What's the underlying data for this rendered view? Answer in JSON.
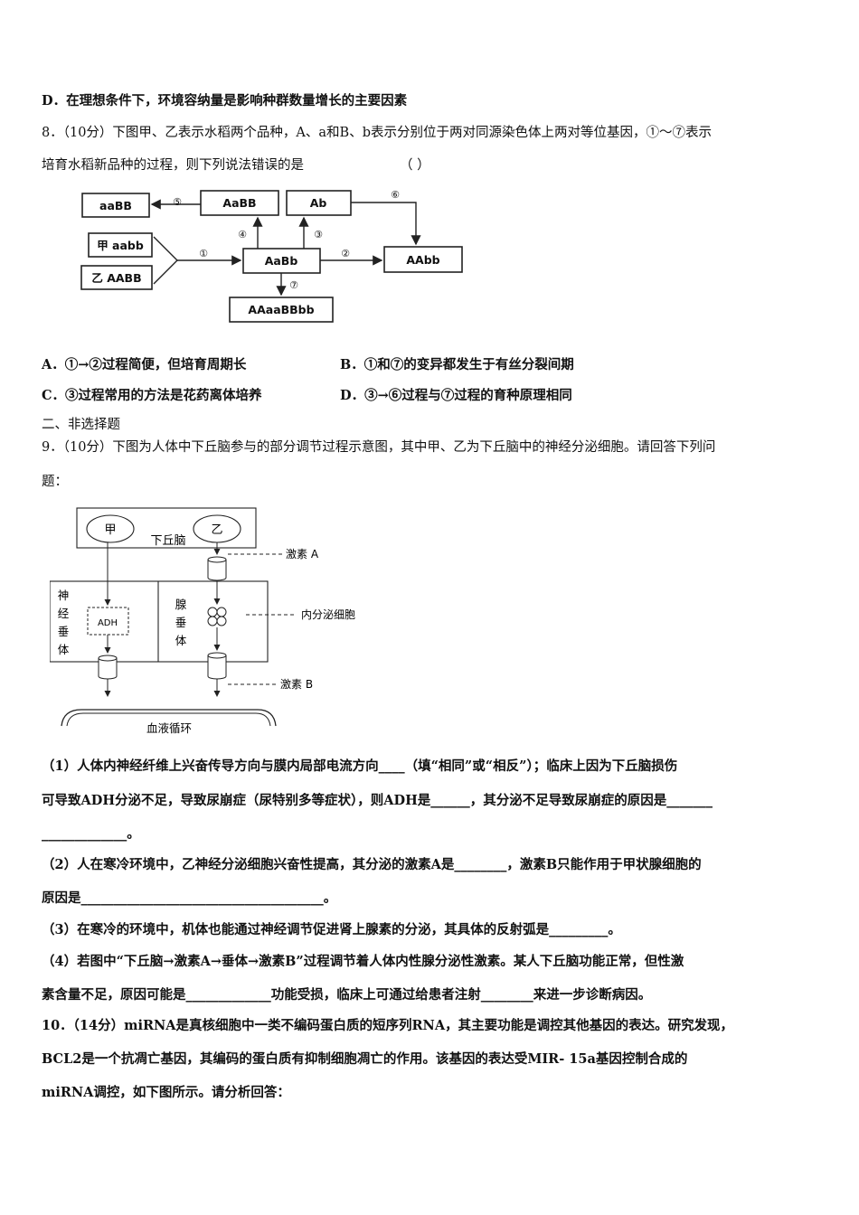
{
  "q7": {
    "optionD": "D．在理想条件下，环境容纳量是影响种群数量增长的主要因素"
  },
  "q8": {
    "stem1": "8．（10分）下图甲、乙表示水稻两个品种，A、a和B、b表示分别位于两对同源染色体上两对等位基因，①～⑦表示",
    "stem2": "培育水稻新品种的过程，则下列说法错误的是",
    "paren": "（ ）",
    "diagram": {
      "boxes": {
        "aaBB": "aaBB",
        "AaBB": "AaBB",
        "Ab": "Ab",
        "jia": "甲 aabb",
        "yi": "乙 AABB",
        "AaBb": "AaBb",
        "AAbb": "AAbb",
        "AAaaBBbb": "AAaaBBbb"
      },
      "steps": {
        "s1": "①",
        "s2": "②",
        "s3": "③",
        "s4": "④",
        "s5": "⑤",
        "s6": "⑥",
        "s7": "⑦"
      }
    },
    "options": {
      "A": "A．①→②过程简便，但培育周期长",
      "B": "B．①和⑦的变异都发生于有丝分裂间期",
      "C": "C．③过程常用的方法是花药离体培养",
      "D": "D．③→⑥过程与⑦过程的育种原理相同"
    }
  },
  "section2": "二、非选择题",
  "q9": {
    "stem1": "9．（10分）下图为人体中下丘脑参与的部分调节过程示意图，其中甲、乙为下丘脑中的神经分泌细胞。请回答下列问",
    "stem2": "题：",
    "diagram": {
      "jia": "甲",
      "yi": "乙",
      "hypothalamus": "下丘脑",
      "hormoneA": "激素 A",
      "hormoneB": "激素 B",
      "neuro1": "神",
      "neuro2": "经",
      "neuro3": "垂",
      "neuro4": "体",
      "gland1": "腺",
      "gland2": "垂",
      "gland3": "体",
      "adh": "ADH",
      "endocrine": "内分泌细胞",
      "blood": "血液循环"
    },
    "p1a": "（1）人体内神经纤维上兴奋传导方向与膜内局部电流方向____（填“相同”或“相反”）；临床上因为下丘脑损伤",
    "p1b": "可导致ADH分泌不足，导致尿崩症（尿特别多等症状），则ADH是______，其分泌不足导致尿崩症的原因是_______",
    "p1c": "_____________。",
    "p2a": "（2）人在寒冷环境中，乙神经分泌细胞兴奋性提高，其分泌的激素A是________，激素B只能作用于甲状腺细胞的",
    "p2b": "原因是_____________________________________。",
    "p3": "（3）在寒冷的环境中，机体也能通过神经调节促进肾上腺素的分泌，其具体的反射弧是_________。",
    "p4a": "（4）若图中“下丘脑→激素A→垂体→激素B”过程调节着人体内性腺分泌性激素。某人下丘脑功能正常，但性激",
    "p4b": "素含量不足，原因可能是_____________功能受损，临床上可通过给患者注射________来进一步诊断病因。"
  },
  "q10": {
    "l1": "10．（14分）miRNA是真核细胞中一类不编码蛋白质的短序列RNA，其主要功能是调控其他基因的表达。研究发现，",
    "l2": "BCL2是一个抗凋亡基因，其编码的蛋白质有抑制细胞凋亡的作用。该基因的表达受MIR- 15a基因控制合成的",
    "l3": "miRNA调控，如下图所示。请分析回答："
  }
}
